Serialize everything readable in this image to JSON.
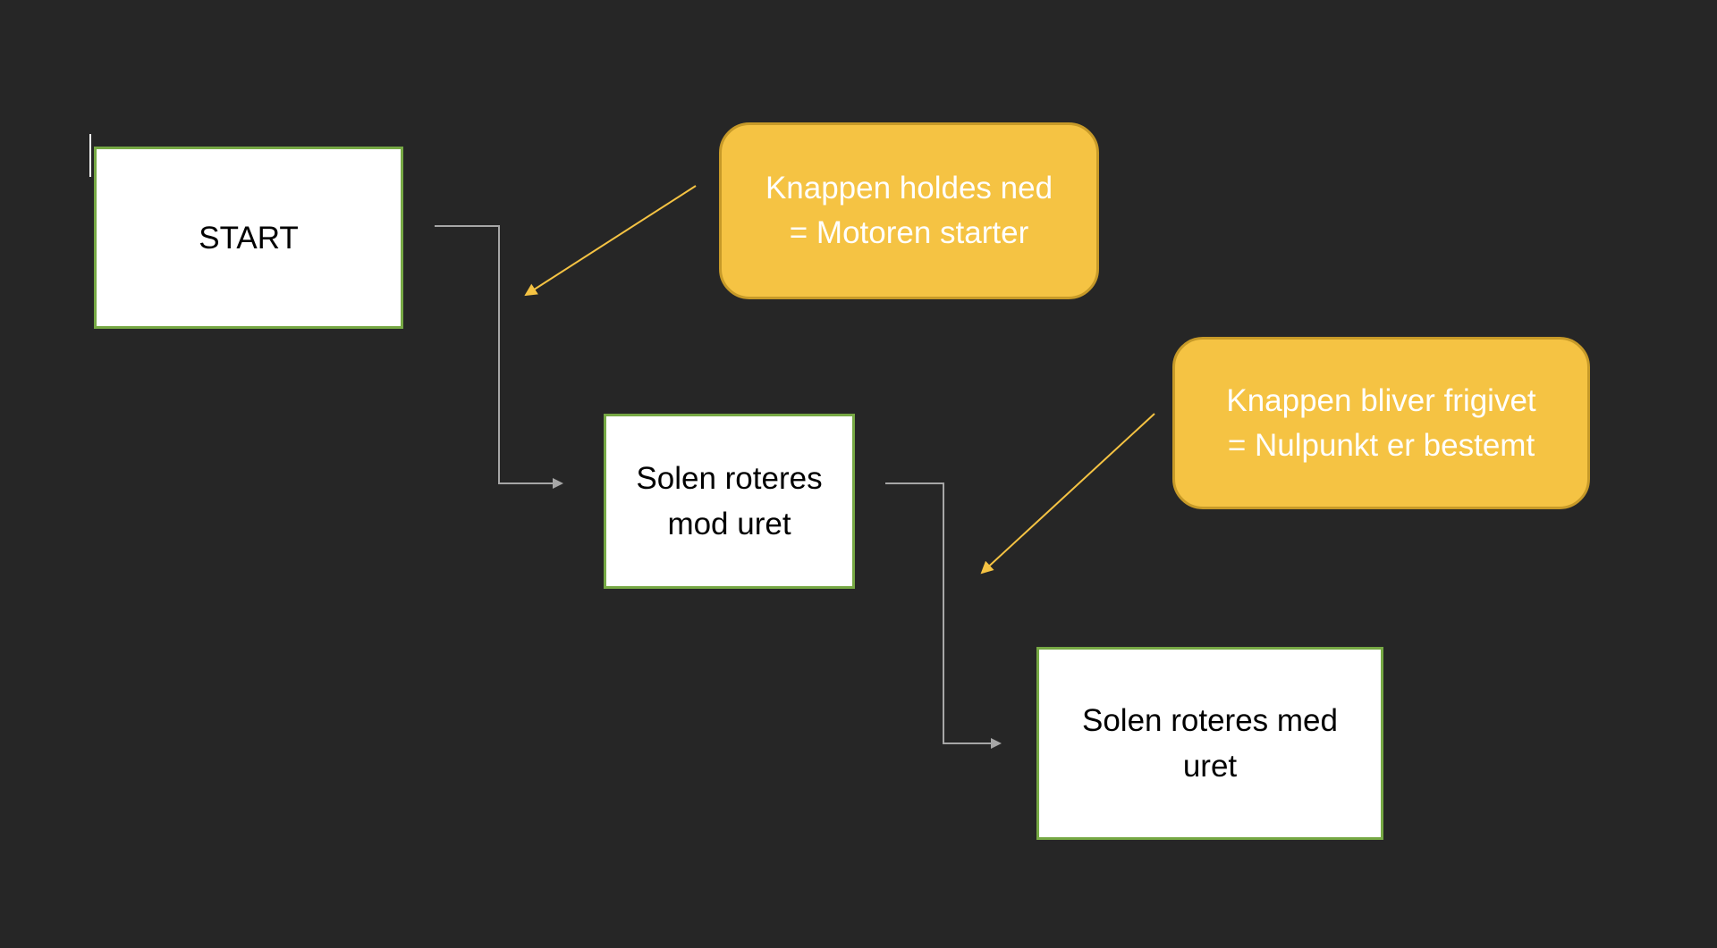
{
  "flowchart": {
    "steps": [
      {
        "label": "START"
      },
      {
        "label": "Solen roteres mod uret"
      },
      {
        "label": "Solen roteres med uret"
      }
    ],
    "notes": [
      {
        "line1": "Knappen holdes ned",
        "line2": "= Motoren starter"
      },
      {
        "line1": "Knappen bliver frigivet",
        "line2": "= Nulpunkt er bestemt"
      }
    ]
  },
  "colors": {
    "background": "#262626",
    "box_fill": "#ffffff",
    "box_border": "#76a844",
    "note_fill": "#f5c343",
    "note_text": "#ffffff",
    "connector": "#a6a6a6",
    "note_arrow": "#f5c343"
  }
}
